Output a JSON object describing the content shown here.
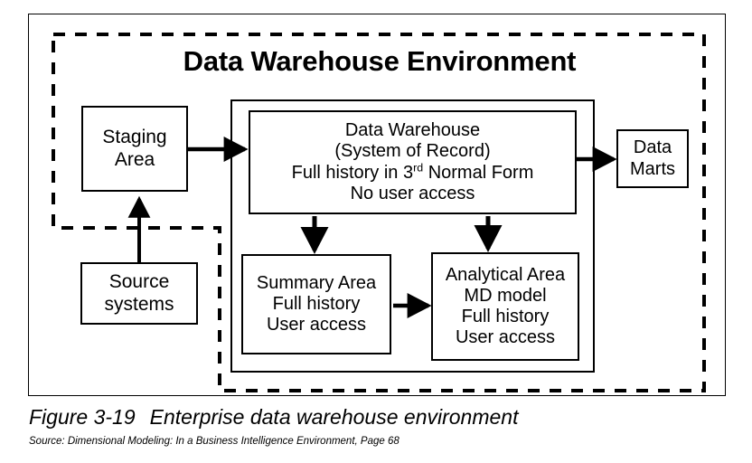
{
  "figure": {
    "title": "Data Warehouse Environment",
    "caption_number": "Figure 3-19",
    "caption_text": "Enterprise data warehouse environment",
    "source_note": "Source: Dimensional Modeling: In a Business Intelligence Environment, Page 68"
  },
  "nodes": {
    "staging": {
      "line1": "Staging",
      "line2": "Area"
    },
    "source": {
      "line1": "Source",
      "line2": "systems"
    },
    "data_warehouse": {
      "line1": "Data Warehouse",
      "line2": "(System of Record)",
      "line3_pre": "Full history in 3",
      "line3_sup": "rd",
      "line3_post": " Normal Form",
      "line4": "No user access"
    },
    "summary_area": {
      "line1": "Summary Area",
      "line2": "Full history",
      "line3": "User access"
    },
    "analytical_area": {
      "line1": "Analytical Area",
      "line2": "MD model",
      "line3": "Full history",
      "line4": "User access"
    },
    "data_marts": {
      "line1": "Data",
      "line2": "Marts"
    }
  },
  "colors": {
    "stroke": "#000000",
    "background": "#ffffff"
  }
}
